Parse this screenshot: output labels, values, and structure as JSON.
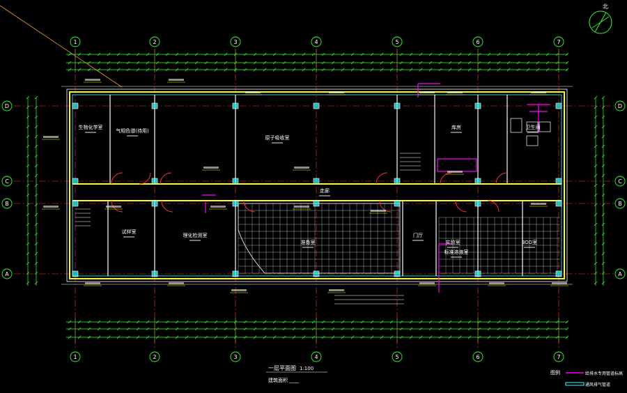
{
  "drawing": {
    "grid_columns": [
      "1",
      "2",
      "3",
      "4",
      "5",
      "6",
      "7"
    ],
    "grid_rows": [
      "D",
      "C",
      "B",
      "A"
    ],
    "north_label": "北",
    "room_labels": [
      {
        "id": "r1",
        "text": "生物化学室"
      },
      {
        "id": "r2",
        "text": "气相色谱(待用)"
      },
      {
        "id": "r3",
        "text": "原子吸收室"
      },
      {
        "id": "r4",
        "text": "库房"
      },
      {
        "id": "r5",
        "text": "卫生间"
      },
      {
        "id": "r6",
        "text": "走廊"
      },
      {
        "id": "r7",
        "text": "试样室"
      },
      {
        "id": "r8",
        "text": "理化检测室"
      },
      {
        "id": "r9",
        "text": "门厅"
      },
      {
        "id": "r10",
        "text": "实验室"
      },
      {
        "id": "r11",
        "text": "BOD室"
      },
      {
        "id": "r12",
        "text": "标准溶液室"
      },
      {
        "id": "r13",
        "text": "准备室"
      }
    ],
    "bottom_title": "一层平面图",
    "bottom_scale": "1:100",
    "bottom_area": "建筑面积 ____",
    "legend": {
      "title": "图例",
      "items": [
        {
          "text": "给排水专用管道标高",
          "color": "#ff00ff"
        },
        {
          "text": "通风排气管道",
          "color": "#33ffff"
        }
      ]
    },
    "colors": {
      "background": "#000000",
      "wall": "#ffff00",
      "grid": "#ff3333",
      "dim": "#33ff33",
      "inner": "#ffffff",
      "pipe": "#ff00ff",
      "cyan": "#33ffff"
    }
  }
}
